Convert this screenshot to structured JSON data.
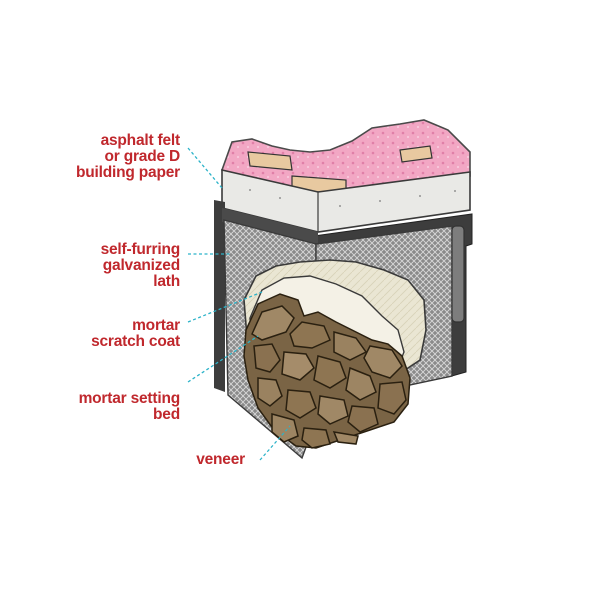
{
  "colors": {
    "label_text": "#c0282d",
    "leader_line": "#2cb3c9",
    "insulation": "#f2a7c4",
    "sheathing": "#e9e9e6",
    "lath_gray": "#6e6e6e",
    "felt_dark": "#3d3d3d",
    "scratch_coat": "#eae6d3",
    "setting_bed": "#f4f1e6",
    "stone_brown": "#7a6445",
    "stone_light": "#a08866",
    "wood_stud": "#e8c9a0"
  },
  "labels": {
    "asphalt_felt": [
      "asphalt felt",
      "or grade D",
      "building paper"
    ],
    "self_furring_lath": [
      "self-furring",
      "galvanized",
      "lath"
    ],
    "mortar_scratch_coat": [
      "mortar",
      "scratch coat"
    ],
    "mortar_setting_bed": [
      "mortar setting",
      "bed"
    ],
    "veneer": [
      "veneer"
    ]
  },
  "icons": {
    "diagram": "wall-section-illustration"
  }
}
